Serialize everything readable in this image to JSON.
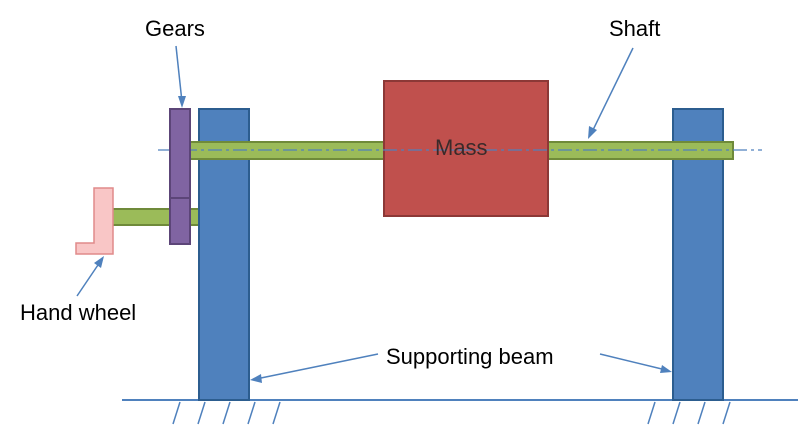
{
  "labels": {
    "gears": "Gears",
    "shaft": "Shaft",
    "mass": "Mass",
    "hand_wheel": "Hand wheel",
    "supporting_beam": "Supporting beam"
  },
  "colors": {
    "beam_fill": "#4f81bd",
    "beam_stroke": "#2c5d8f",
    "shaft_fill": "#9bbb59",
    "shaft_stroke": "#6f8a3a",
    "mass_fill": "#c0504d",
    "mass_stroke": "#8c3836",
    "gear_fill": "#8064a2",
    "gear_stroke": "#5c4578",
    "handwheel_fill": "#f9c6c6",
    "handwheel_stroke": "#e08a8a",
    "pointer": "#4f81bd"
  }
}
